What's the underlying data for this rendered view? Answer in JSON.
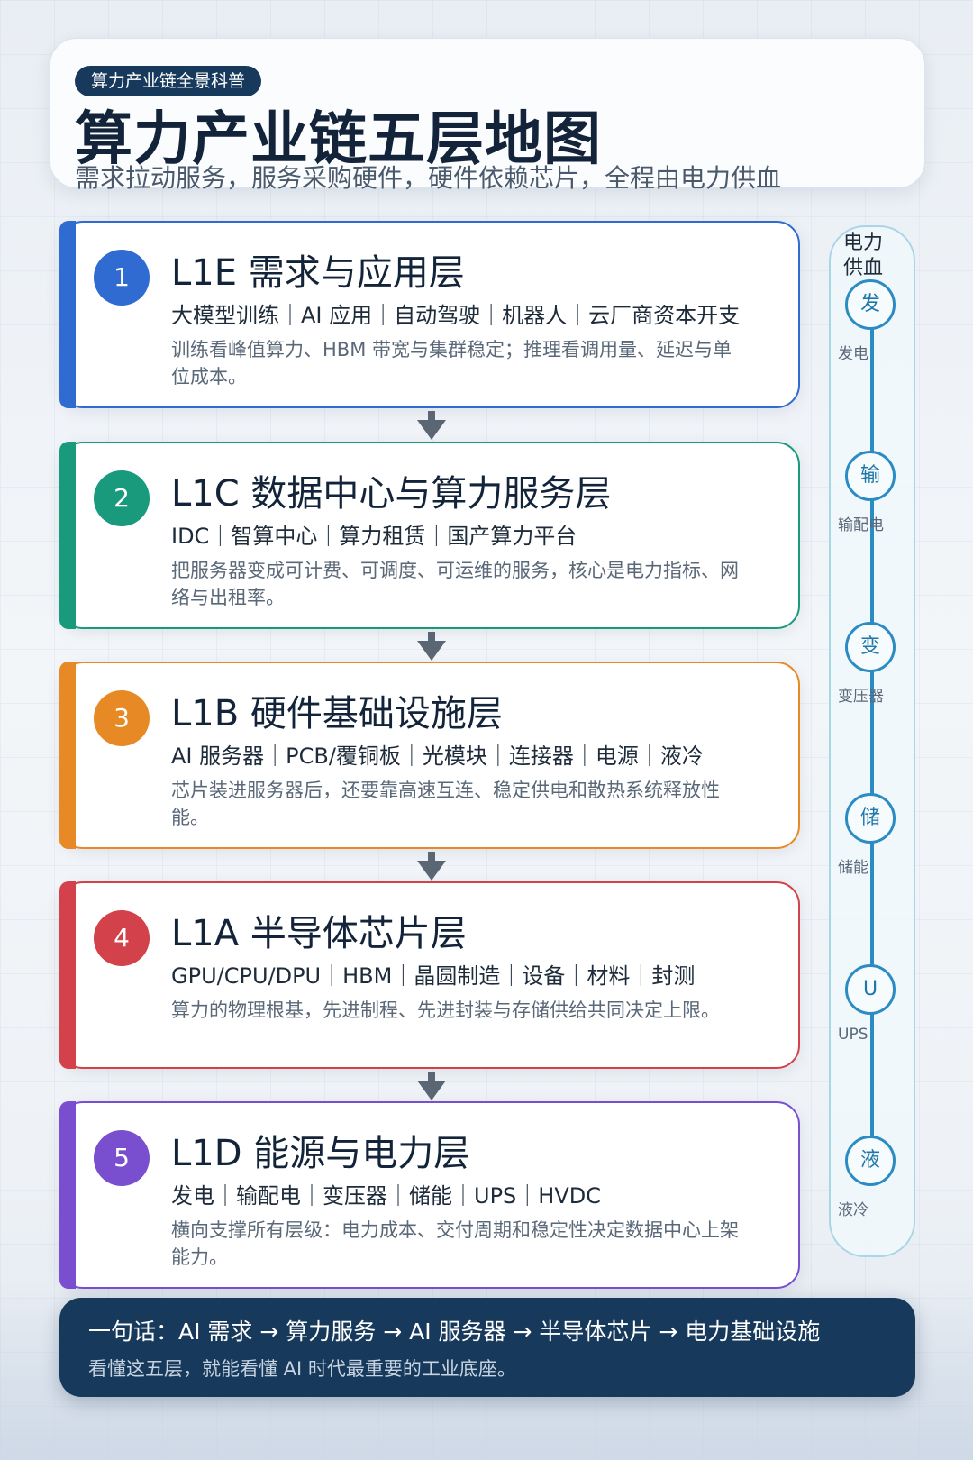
{
  "header": {
    "tag": "算力产业链全景科普",
    "title": "算力产业链五层地图",
    "subtitle": "需求拉动服务，服务采购硬件，硬件依赖芯片，全程由电力供血"
  },
  "layers": [
    {
      "num": "1",
      "title": "L1E 需求与应用层",
      "items": "大模型训练｜AI 应用｜自动驾驶｜机器人｜云厂商资本开支",
      "desc": "训练看峰值算力、HBM 带宽与集群稳定；推理看调用量、延迟与单位成本。",
      "color": "#2f6bd0"
    },
    {
      "num": "2",
      "title": "L1C 数据中心与算力服务层",
      "items": "IDC｜智算中心｜算力租赁｜国产算力平台",
      "desc": "把服务器变成可计费、可调度、可运维的服务，核心是电力指标、网络与出租率。",
      "color": "#1a9a7c"
    },
    {
      "num": "3",
      "title": "L1B 硬件基础设施层",
      "items": "AI 服务器｜PCB/覆铜板｜光模块｜连接器｜电源｜液冷",
      "desc": "芯片装进服务器后，还要靠高速互连、稳定供电和散热系统释放性能。",
      "color": "#e78a25"
    },
    {
      "num": "4",
      "title": "L1A 半导体芯片层",
      "items": "GPU/CPU/DPU｜HBM｜晶圆制造｜设备｜材料｜封测",
      "desc": "算力的物理根基，先进制程、先进封装与存储供给共同决定上限。",
      "color": "#d3414a"
    },
    {
      "num": "5",
      "title": "L1D 能源与电力层",
      "items": "发电｜输配电｜变压器｜储能｜UPS｜HVDC",
      "desc": "横向支撑所有层级：电力成本、交付周期和稳定性决定数据中心上架能力。",
      "color": "#7a4fcf"
    }
  ],
  "power_rail": {
    "title": "电力供血",
    "nodes": [
      {
        "glyph": "发",
        "label": "发电"
      },
      {
        "glyph": "输",
        "label": "输配电"
      },
      {
        "glyph": "变",
        "label": "变压器"
      },
      {
        "glyph": "储",
        "label": "储能"
      },
      {
        "glyph": "U",
        "label": "UPS"
      },
      {
        "glyph": "液",
        "label": "液冷"
      }
    ],
    "line_color": "#2b8cc4"
  },
  "banner": {
    "main": "一句话：AI 需求 → 算力服务 → AI 服务器 → 半导体芯片 → 电力基础设施",
    "sub": "看懂这五层，就能看懂 AI 时代最重要的工业底座。"
  }
}
